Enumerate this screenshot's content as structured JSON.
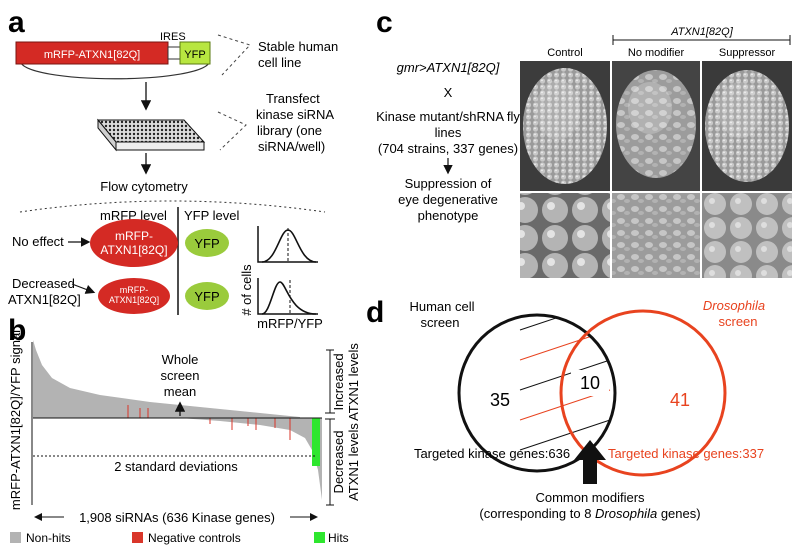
{
  "panel_a": {
    "label": "a",
    "construct": {
      "mrfp": "mRFP-ATXN1[82Q]",
      "ires": "IRES",
      "yfp": "YFP"
    },
    "stable_line": [
      "Stable human",
      "cell line"
    ],
    "transfect": [
      "Transfect",
      "kinase siRNA",
      "library (one",
      "siRNA/well)"
    ],
    "flow": "Flow cytometry",
    "mrfp_level": "mRFP level",
    "yfp_level": "YFP level",
    "no_effect": "No effect",
    "decreased": [
      "Decreased",
      "ATXN1[82Q]"
    ],
    "big_cell": [
      "mRFP-",
      "ATXN1[82Q]"
    ],
    "small_cell": [
      "mRFP-",
      "ATXN1[82Q]"
    ],
    "yfp_cell": "YFP",
    "hist_ylabel": "# of cells",
    "hist_xlabel": "mRFP/YFP"
  },
  "panel_b": {
    "label": "b",
    "ylabel": "mRFP-ATXN1[82Q]/YFP signal",
    "mean_label": [
      "Whole",
      "screen",
      "mean"
    ],
    "sd_label": "2 standard deviations",
    "increased": [
      "Increased",
      "ATXN1 levels"
    ],
    "decreased": [
      "Decreased",
      "ATXN1 levels"
    ],
    "xlabel": "1,908 siRNAs (636 Kinase genes)",
    "legend": [
      {
        "label": "Non-hits",
        "color": "#b3b3b3"
      },
      {
        "label": "Negative controls",
        "color": "#d9362a"
      },
      {
        "label": "Hits",
        "color": "#2ee62e"
      }
    ]
  },
  "panel_c": {
    "label": "c",
    "genotype": "gmr>ATXN1[82Q]",
    "cross": "X",
    "lines": [
      "Kinase mutant/shRNA fly",
      "lines",
      "(704 strains, 337 genes)"
    ],
    "suppression": [
      "Suppression of",
      "eye degenerative",
      "phenotype"
    ],
    "group": "ATXN1[82Q]",
    "columns": [
      "Control",
      "No modifier",
      "Suppressor"
    ]
  },
  "panel_d": {
    "label": "d",
    "human": [
      "Human cell",
      "screen"
    ],
    "drosophila": [
      "Drosophila",
      "screen"
    ],
    "left_count": "35",
    "overlap_count": "10",
    "right_count": "41",
    "human_targets": "Targeted kinase genes:636",
    "fly_targets": "Targeted kinase genes:337",
    "common": "Common modifiers",
    "common_sub_pre": "(corresponding to 8 ",
    "common_sub_italic": "Drosophila",
    "common_sub_post": " genes)",
    "fly_color": "#e8431f"
  }
}
